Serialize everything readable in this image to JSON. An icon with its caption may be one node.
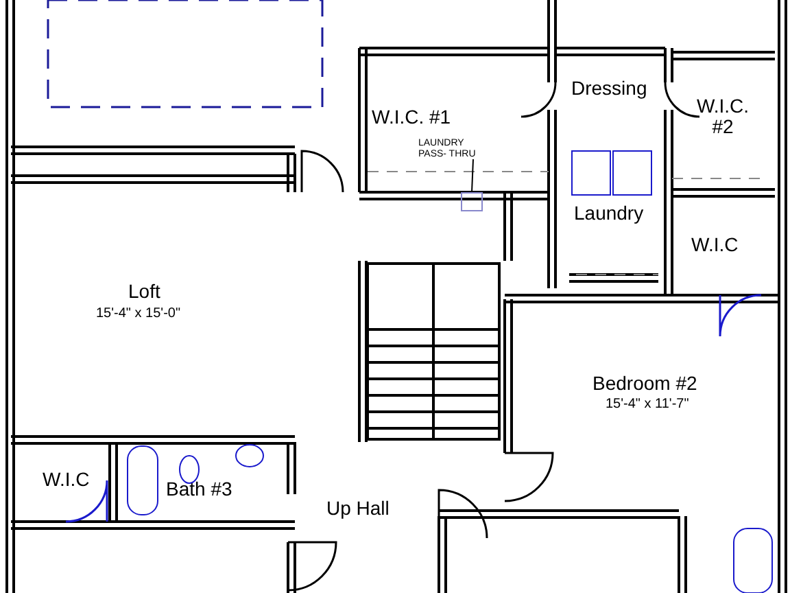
{
  "diagram": {
    "nodes": [
      {
        "text": [
          "LAUNDRY PASS- THRU"
        ]
      },
      {
        "text": [],
        "shape": "box"
      }
    ],
    "edges": [
      {
        "from": 0,
        "to": 1,
        "arrow": "none"
      }
    ],
    "labels": [
      "W.I.C. #1",
      "Dressing",
      "W.I.C. #2",
      "Laundry",
      "W.I.C",
      "Loft",
      "15'-4\" x 15'-0\"",
      "Bedroom #2",
      "15'-4\" x 11'-7\"",
      "W.I.C",
      "Bath #3",
      "Up Hall"
    ]
  }
}
